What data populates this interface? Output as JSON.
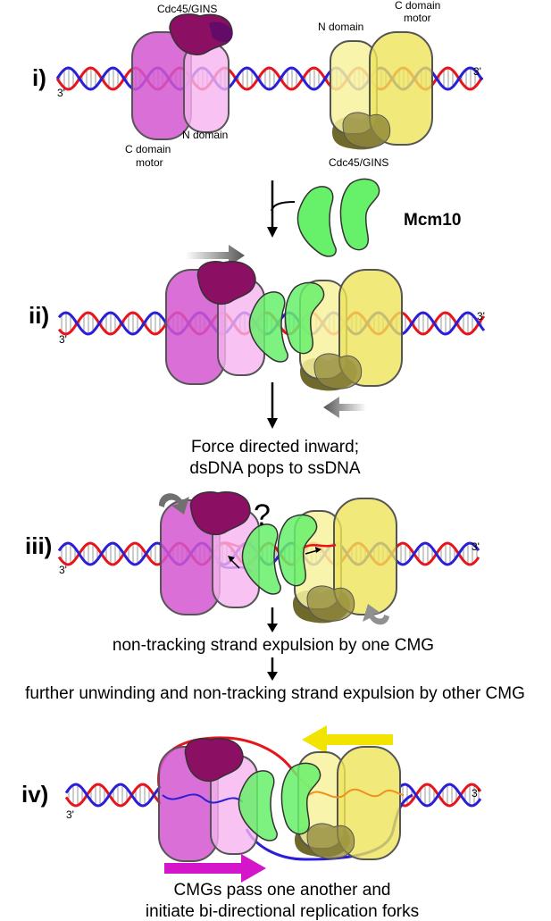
{
  "panels": [
    {
      "label": "i)",
      "left_top_label": "Cdc45/GINS",
      "left_bottom_label_1": "C domain",
      "left_bottom_label_2": "motor",
      "left_n_label": "N domain",
      "right_n_label": "N domain",
      "right_top_label_1": "C domain",
      "right_top_label_2": "motor",
      "right_bottom_label": "Cdc45/GINS",
      "left_end_label": "3'",
      "right_end_label": "3'"
    },
    {
      "label": "ii)",
      "left_end_label": "3'",
      "right_end_label": "3'"
    },
    {
      "label": "iii)",
      "left_end_label": "3'",
      "right_end_label": "3'",
      "question": "?"
    },
    {
      "label": "iv)",
      "left_end_label": "3'",
      "right_end_label": "3'"
    }
  ],
  "mcm10_label": "Mcm10",
  "captions": {
    "force": [
      "Force directed inward;",
      "dsDNA pops to ssDNA"
    ],
    "expulsion_one": "non-tracking strand expulsion by one CMG",
    "expulsion_other": "further unwinding and non-tracking strand expulsion by other CMG",
    "pass": [
      "CMGs pass one another and",
      "initiate bi-directional replication forks"
    ]
  },
  "colors": {
    "strand_red": "#e8141b",
    "strand_blue": "#2a1fd6",
    "magenta_c": "#d256d0",
    "magenta_n": "#f6b4f0",
    "cdc45_left": "#8b0f62",
    "yellow_c": "#eee55a",
    "yellow_n": "#f7f29c",
    "cdc45_right": "#918a3e",
    "mcm10": "#67f06a",
    "arrow_gray": "#6b6b6b",
    "arrow_yellow": "#f2e300",
    "arrow_magenta": "#d515c9"
  }
}
